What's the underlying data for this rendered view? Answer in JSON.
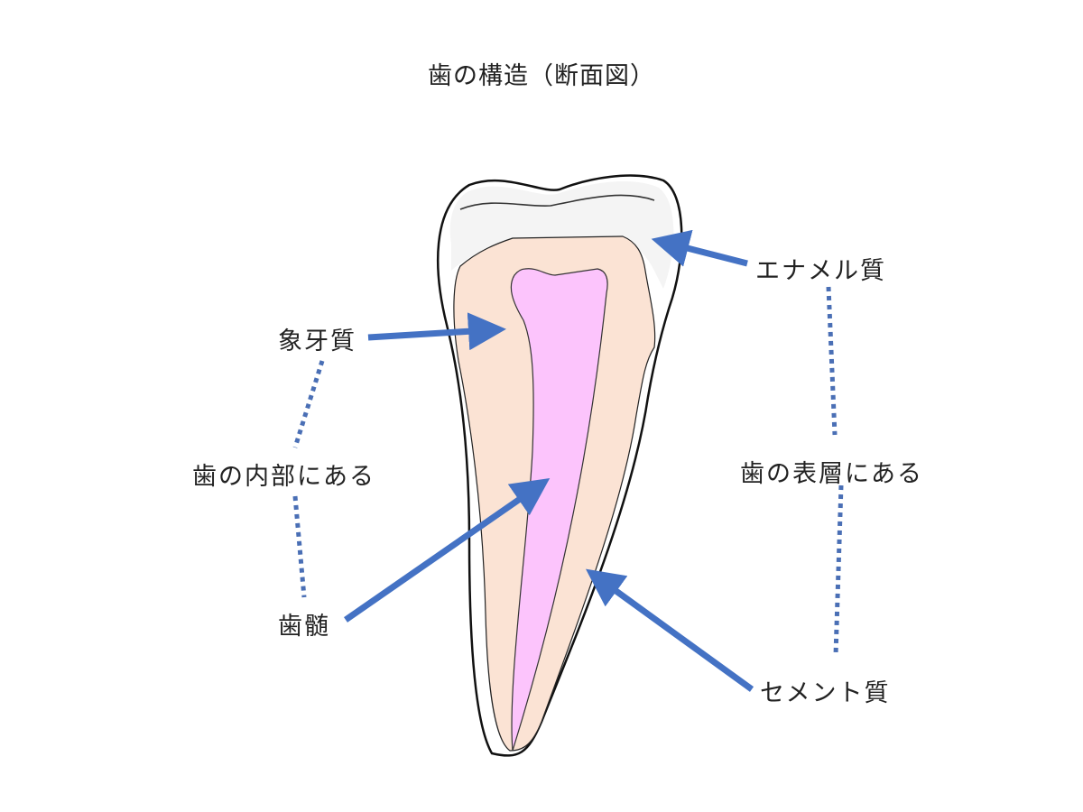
{
  "title": "歯の構造（断面図）",
  "labels": {
    "dentin": "象牙質",
    "pulp": "歯髄",
    "enamel": "エナメル質",
    "cementum": "セメント質",
    "inner_group": "歯の内部にある",
    "outer_group": "歯の表層にある"
  },
  "colors": {
    "arrow": "#4472c4",
    "dotted_bracket": "#4a6fb5",
    "dentin_fill": "#fbe3d4",
    "pulp_fill": "#fcc4fc",
    "enamel_fill": "#ffffff",
    "outline": "#111111"
  }
}
